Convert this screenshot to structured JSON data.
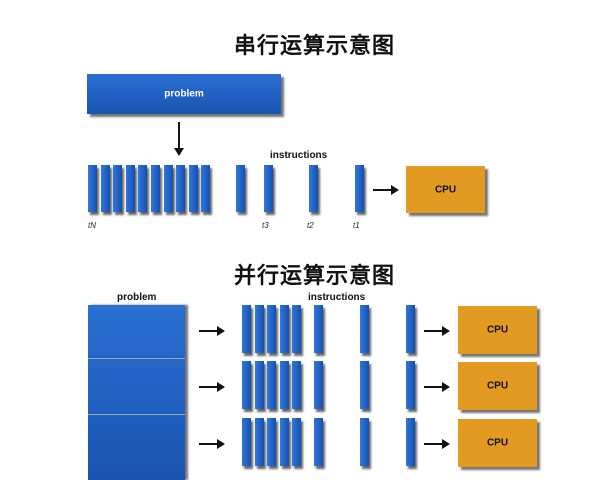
{
  "serial": {
    "title": "串行运算示意图",
    "problem_label": "problem",
    "instructions_label": "instructions",
    "cpu_label": "CPU",
    "time_labels": {
      "first": "tN",
      "t3": "t3",
      "t2": "t2",
      "t1": "t1"
    },
    "instruction_count_block": 10
  },
  "parallel": {
    "title": "并行运算示意图",
    "problem_label": "problem",
    "instructions_label": "instructions",
    "rows": [
      {
        "cpu_label": "CPU"
      },
      {
        "cpu_label": "CPU"
      },
      {
        "cpu_label": "CPU"
      }
    ],
    "instruction_count_block": 5
  },
  "colors": {
    "instruction_blue": "#1f5fc0",
    "cpu_orange": "#e39a22"
  }
}
